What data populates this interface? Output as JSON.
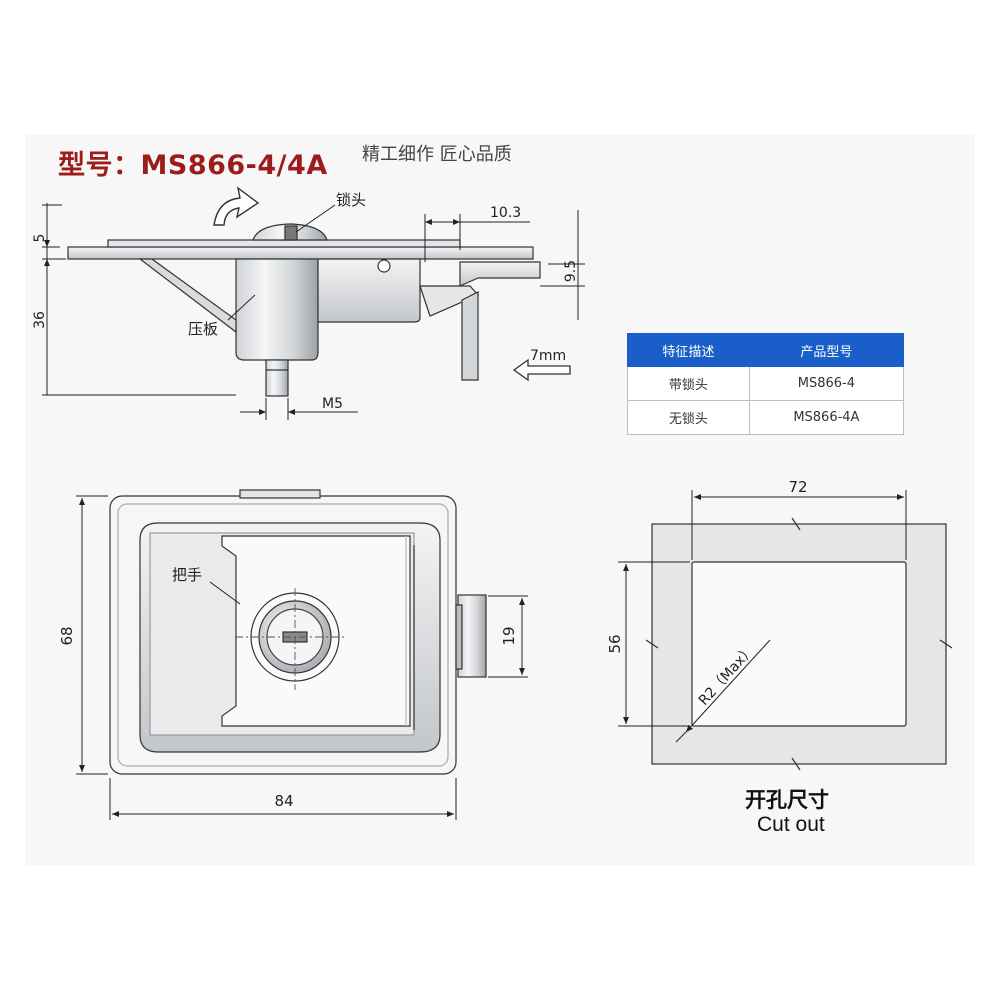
{
  "header": {
    "model_title": "型号：MS866-4/4A",
    "slogan": "精工细作 匠心品质"
  },
  "side_view": {
    "label_lock_head": "锁头",
    "label_press_plate": "压板",
    "dim_5": "5",
    "dim_36": "36",
    "dim_10_3": "10.3",
    "dim_9_5": "9.5",
    "dim_m5": "M5",
    "dim_7mm": "7mm"
  },
  "spec_table": {
    "headers": [
      "特征描述",
      "产品型号"
    ],
    "rows": [
      [
        "带锁头",
        "MS866-4"
      ],
      [
        "无锁头",
        "MS866-4A"
      ]
    ]
  },
  "front_view": {
    "label_handle": "把手",
    "dim_68": "68",
    "dim_84": "84",
    "dim_19": "19"
  },
  "cutout": {
    "dim_72": "72",
    "dim_56": "56",
    "radius_note": "R2（Max）",
    "caption_cn": "开孔尺寸",
    "caption_en": "Cut out"
  },
  "colors": {
    "title_red": "#9c1c1c",
    "table_header_blue": "#1a5fc9",
    "line": "#222222"
  }
}
